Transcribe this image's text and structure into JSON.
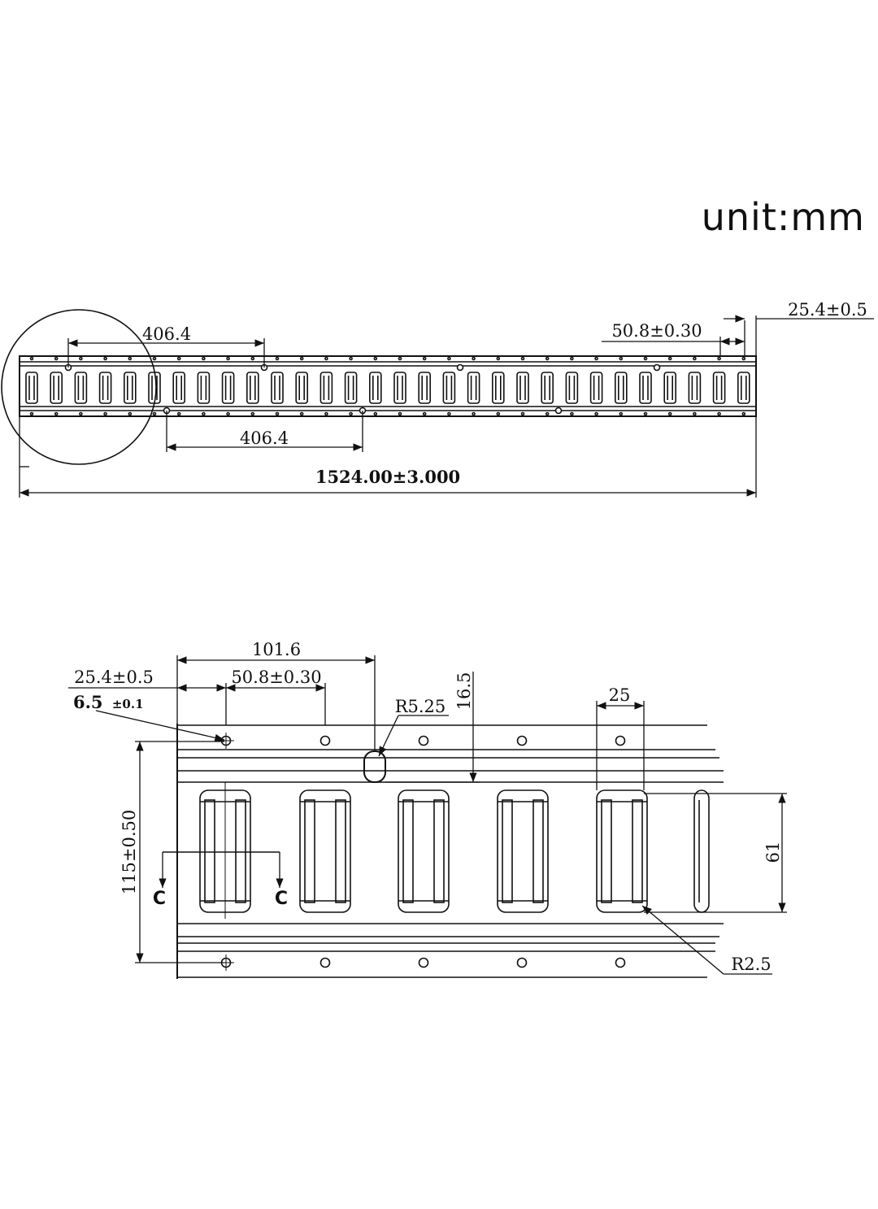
{
  "unit": "unit:mm",
  "top_view": {
    "dim_upper_spacing": "406.4",
    "dim_lower_spacing": "406.4",
    "dim_total_length": "1524.00±3.000",
    "dim_pitch": "50.8±0.30",
    "dim_end_offset": "25.4±0.5"
  },
  "detail_view": {
    "dim_hole_to_slot": "101.6",
    "dim_end_offset": "25.4±0.5",
    "dim_pitch": "50.8±0.30",
    "dim_hole_diameter": "6.5",
    "dim_hole_tolerance": "±0.1",
    "dim_slot_radius": "R5.25",
    "dim_slot_depth": "16.5",
    "dim_slot_width": "25",
    "dim_track_width": "115±0.50",
    "dim_slot_height": "61",
    "dim_corner_radius": "R2.5",
    "section_label_left": "C",
    "section_label_right": "C"
  }
}
